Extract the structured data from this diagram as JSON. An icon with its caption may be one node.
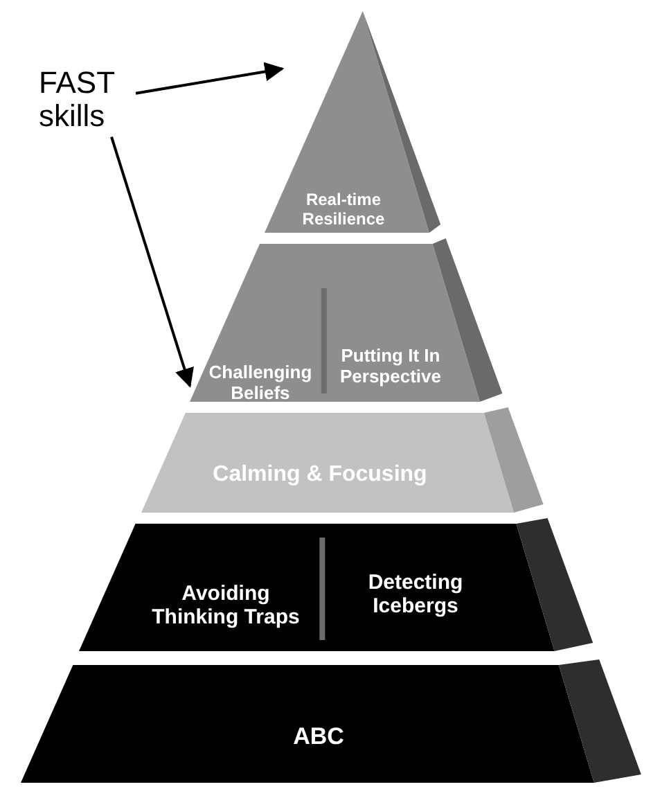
{
  "diagram": {
    "nodes": [
      {
        "text": [
          "Real-time Resilience"
        ]
      },
      {
        "text": [
          "Challenging Beliefs",
          "Putting It In Perspective"
        ]
      },
      {
        "text": [
          "Calming & Focusing"
        ]
      },
      {
        "text": [
          "Avoiding Thinking Traps",
          "Detecting Icebergs"
        ]
      },
      {
        "text": [
          "ABC"
        ]
      },
      {
        "text": [
          "FAST skills"
        ]
      }
    ],
    "edges": [
      {
        "from": 5,
        "to": 0,
        "arrow": "to"
      },
      {
        "from": 5,
        "to": 1,
        "arrow": "to"
      }
    ]
  }
}
